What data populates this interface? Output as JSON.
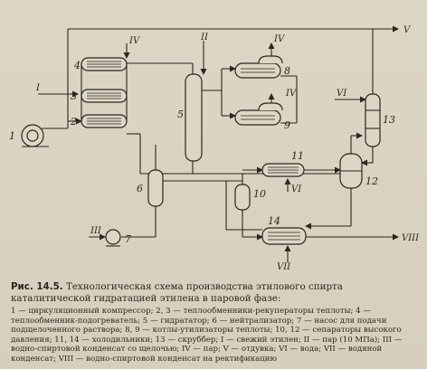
{
  "diagram": {
    "equipment_labels": {
      "e1": "1",
      "e2": "2",
      "e3": "3",
      "e4": "4",
      "e5": "5",
      "e6": "6",
      "e7": "7",
      "e8": "8",
      "e9": "9",
      "e10": "10",
      "e11": "11",
      "e12": "12",
      "e13": "13",
      "e14": "14"
    },
    "stream_labels": {
      "s_I": "I",
      "s_II": "II",
      "s_III": "III",
      "s_IV_a": "IV",
      "s_IV_b": "IV",
      "s_IV_c": "IV",
      "s_V": "V",
      "s_VI_a": "VI",
      "s_VI_b": "VI",
      "s_VII": "VII",
      "s_VIII": "VIII"
    }
  },
  "caption": {
    "fig_label": "Рис. 14.5.",
    "title": "Технологическая схема производства этилового спирта каталитической гидратацией этилена в паровой фазе:",
    "legend": "1 — циркуляционный компрессор; 2, 3 — теплообменники-рекуператоры теплоты; 4 — теплообменник-подогреватель; 5 — гидрататор; 6 — нейтрализатор; 7 — насос для подачи подщелоченного раствора; 8, 9 — котлы-утилизаторы теплоты; 10, 12 — сепараторы высокого давления; 11, 14 — холодильники; 13 — скруббер; I — свежий этилен; II — пар (10 МПа); III — водно-спиртовой конденсат со щелочью; IV — пар; V — отдувка; VI — вода; VII — водяной конденсат; VIII — водно-спиртовой конденсат на ректификацию"
  }
}
